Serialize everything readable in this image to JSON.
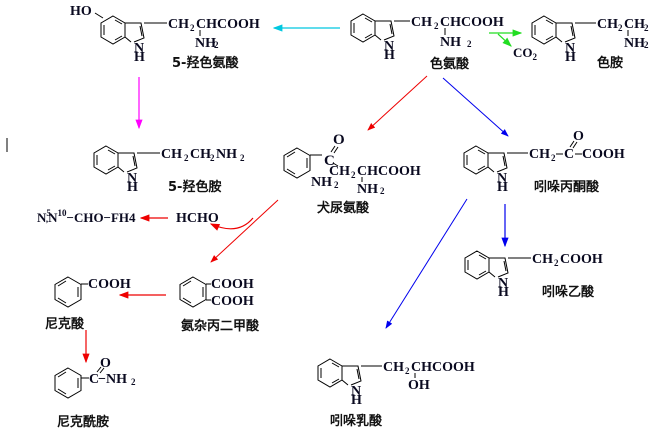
{
  "title": "色氨酸代谢途径",
  "compounds": {
    "tryptophan": {
      "name": "色氨酸",
      "chain": "CH",
      "chain2": "2",
      "chain3": "CHCOOH",
      "amine": "NH",
      "amine2": "2",
      "nh": "N",
      "h": "H"
    },
    "hydroxytryptophan": {
      "name": "5-羟色氨酸",
      "oh": "HO",
      "chain": "CH",
      "chain2": "2",
      "chain3": "CHCOOH",
      "amine": "NH",
      "amine2": "2",
      "nh": "N",
      "h": "H"
    },
    "tryptamine": {
      "name": "色胺",
      "chain": "CH",
      "chain2": "2",
      "chain3": "CH",
      "chain4": "2",
      "amine": "NH",
      "amine2": "2",
      "nh": "N",
      "h": "H"
    },
    "co2": {
      "text": "CO",
      "sub": "2"
    },
    "serotonin": {
      "name": "5-羟色胺",
      "chain": "CH",
      "chain2": "2",
      "chain3": "CH",
      "chain4": "2",
      "chain5": "NH",
      "chain6": "2",
      "nh": "N",
      "h": "H"
    },
    "kynurenine": {
      "name": "犬尿氨酸",
      "o": "O",
      "c": "C",
      "chain": "CH",
      "chain2": "2",
      "chain3": "CHCOOH",
      "amine": "NH",
      "amine2": "2",
      "ring_amine": "NH",
      "ring_amine2": "2"
    },
    "indolepyruvic": {
      "name": "吲哚丙酮酸",
      "chain": "CH",
      "chain2": "2",
      "o": "O",
      "c": "C",
      "cooh": "COOH",
      "nh": "N",
      "h": "H"
    },
    "indoleacetic": {
      "name": "吲哚乙酸",
      "chain": "CH",
      "chain2": "2",
      "chain3": "COOH",
      "nh": "N",
      "h": "H"
    },
    "folate": {
      "n": "N",
      "sup5": "5",
      "sep": ",",
      "n2": "N",
      "sup10": "10",
      "rest": "−CHO−FH4"
    },
    "formaldehyde": {
      "text": "HCHO"
    },
    "quinolinic": {
      "name": "氨杂丙二甲酸",
      "cooh1": "COOH",
      "cooh2": "COOH"
    },
    "nicotinic": {
      "name": "尼克酸",
      "cooh": "COOH"
    },
    "nicotinamide": {
      "name": "尼克酰胺",
      "o": "O",
      "c": "C",
      "nh": "−NH",
      "nh2": "2"
    },
    "indolelactic": {
      "name": "吲哚乳酸",
      "chain": "CH",
      "chain2": "2",
      "chain3": "CHCOOH",
      "oh": "OH",
      "nh": "N",
      "h": "H"
    }
  },
  "colors": {
    "cyan_arrow": "#00c8e0",
    "magenta_arrow": "#ff00ff",
    "green_arrow": "#22dd22",
    "red_arrow": "#ee0000",
    "blue_arrow": "#0000ee"
  }
}
